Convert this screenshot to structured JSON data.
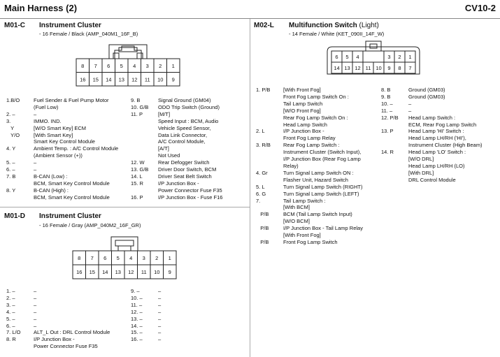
{
  "header": {
    "title": "Main Harness (2)",
    "code": "CV10-2"
  },
  "c1": {
    "code": "M01-C",
    "name": "Instrument Cluster",
    "type": "- 16 Female / Black (AMP_040M1_16F_B)",
    "top_pins": [
      "8",
      "7",
      "6",
      "5",
      "4",
      "3",
      "2",
      "1"
    ],
    "bottom_pins": [
      "16",
      "15",
      "14",
      "13",
      "12",
      "11",
      "10",
      "9"
    ],
    "left": [
      [
        "1.B/O",
        "Fuel Sender & Fuel Pump Motor"
      ],
      [
        "",
        "(Fuel Low)"
      ],
      [
        "2. –",
        "–"
      ],
      [
        "3.",
        "IMMO. IND."
      ],
      [
        "   Y",
        "[W/O Smart Key] ECM"
      ],
      [
        "   Y/O",
        "[With Smart Key]"
      ],
      [
        "",
        "Smart Key Control Module"
      ],
      [
        "4. Y",
        "Ambient Temp. : A/C Control Module"
      ],
      [
        "",
        "(Ambient Sensor (+))"
      ],
      [
        "5. –",
        "–"
      ],
      [
        "6. –",
        "–"
      ],
      [
        "7. B",
        "B-CAN (Low) :"
      ],
      [
        "",
        "BCM, Smart Key Control Module"
      ],
      [
        "8. Y",
        "B-CAN (High) :"
      ],
      [
        "",
        "BCM, Smart Key Control Module"
      ]
    ],
    "right": [
      [
        "9. B",
        "Signal Ground (GM04)"
      ],
      [
        "10. G/B",
        "ODO Trip Switch (Ground)"
      ],
      [
        "11. P",
        "[M/T]"
      ],
      [
        "",
        "Speed Input : BCM, Audio"
      ],
      [
        "",
        "Vehicle Speed Sensor,"
      ],
      [
        "",
        "Data Link Connector,"
      ],
      [
        "",
        "A/C Control Module,"
      ],
      [
        "",
        "[A/T]"
      ],
      [
        "",
        "Not Used"
      ],
      [
        "12. W",
        "Rear Defogger Switch"
      ],
      [
        "13. G/B",
        "Driver Door Switch, BCM"
      ],
      [
        "14. L",
        "Driver Seat Belt Switch"
      ],
      [
        "15. R",
        "I/P Junction Box -"
      ],
      [
        "",
        "Power Connector Fuse F35"
      ],
      [
        "16. P",
        "I/P Junction Box - Fuse F16"
      ]
    ]
  },
  "c2": {
    "code": "M01-D",
    "name": "Instrument Cluster",
    "type": "- 16 Female / Gray (AMP_040M2_16F_GR)",
    "top_pins": [
      "8",
      "7",
      "6",
      "5",
      "4",
      "3",
      "2",
      "1"
    ],
    "bottom_pins": [
      "16",
      "15",
      "14",
      "13",
      "12",
      "11",
      "10",
      "9"
    ],
    "left": [
      [
        "1. –",
        "–"
      ],
      [
        "2. –",
        "–"
      ],
      [
        "3. –",
        "–"
      ],
      [
        "4. –",
        "–"
      ],
      [
        "5. –",
        "–"
      ],
      [
        "6. –",
        "–"
      ],
      [
        "7. L/O",
        "ALT_L Out : DRL Control Module"
      ],
      [
        "8. R",
        "I/P Junction Box -"
      ],
      [
        "",
        "Power Connector Fuse F35"
      ]
    ],
    "right": [
      [
        "9. –",
        "–"
      ],
      [
        "10. –",
        "–"
      ],
      [
        "11. –",
        "–"
      ],
      [
        "12. –",
        "–"
      ],
      [
        "13. –",
        "–"
      ],
      [
        "14. –",
        "–"
      ],
      [
        "15. –",
        "–"
      ],
      [
        "16. –",
        "–"
      ]
    ]
  },
  "c3": {
    "code": "M02-L",
    "name": "Multifunction Switch",
    "name_suffix": "(Light)",
    "type": "- 14 Female / White (KET_090II_14F_W)",
    "top_pins": [
      "6",
      "5",
      "4",
      "",
      "3",
      "2",
      "1"
    ],
    "bottom_pins": [
      "14",
      "13",
      "12",
      "11",
      "10",
      "9",
      "8",
      "7"
    ],
    "left": [
      [
        "1. P/B",
        "[With Front Fog]"
      ],
      [
        "",
        "Front Fog Lamp Switch On :"
      ],
      [
        "",
        "Tail Lamp Switch"
      ],
      [
        "",
        "[W/O Front Fog]"
      ],
      [
        "",
        "Rear Fog Lamp Switch On :"
      ],
      [
        "",
        "Head Lamp Switch"
      ],
      [
        "2. L",
        "I/P Junction Box  -"
      ],
      [
        "",
        "Front Fog Lamp Relay"
      ],
      [
        "3. R/B",
        "Rear Fog Lamp Switch :"
      ],
      [
        "",
        "Instrument Cluster (Switch Input),"
      ],
      [
        "",
        "I/P Junction Box (Rear Fog Lamp"
      ],
      [
        "",
        "Relay)"
      ],
      [
        "4. Gr",
        "Turn Signal Lamp Switch ON :"
      ],
      [
        "",
        "Flasher Unit, Hazard Switch"
      ],
      [
        "5. L",
        "Turn Signal Lamp Switch (RIGHT)"
      ],
      [
        "6. G",
        "Turn Signal Lamp Switch (LEFT)"
      ],
      [
        "7.",
        "Tail Lamp Switch :"
      ],
      [
        "",
        "[With BCM]"
      ],
      [
        "   P/B",
        "BCM (Tail Lamp Switch Input)"
      ],
      [
        "",
        "[W/O BCM]"
      ],
      [
        "   P/B",
        "I/P Junction Box - Tail Lamp Relay"
      ],
      [
        "",
        "[With Front Fog]"
      ],
      [
        "   P/B",
        "Front Fog Lamp Switch"
      ]
    ],
    "right": [
      [
        "8. B",
        "Ground (GM03)"
      ],
      [
        "9. B",
        "Ground (GM03)"
      ],
      [
        "10. –",
        "–"
      ],
      [
        "11. –",
        "–"
      ],
      [
        "12. P/B",
        "Head Lamp Switch :"
      ],
      [
        "",
        "ECM, Rear Fog Lamp Switch"
      ],
      [
        "13. P",
        "Head Lamp 'HI' Switch :"
      ],
      [
        "",
        "Head Lamp LH/RH ('HI'),"
      ],
      [
        "",
        "Instrument Cluster (High Beam)"
      ],
      [
        "14. R",
        "Head Lamp 'LO' Switch :"
      ],
      [
        "",
        "[W/O DRL]"
      ],
      [
        "",
        "Head Lamp LH/RH (LO)"
      ],
      [
        "",
        "[With DRL]"
      ],
      [
        "",
        "DRL Control Module"
      ]
    ]
  }
}
